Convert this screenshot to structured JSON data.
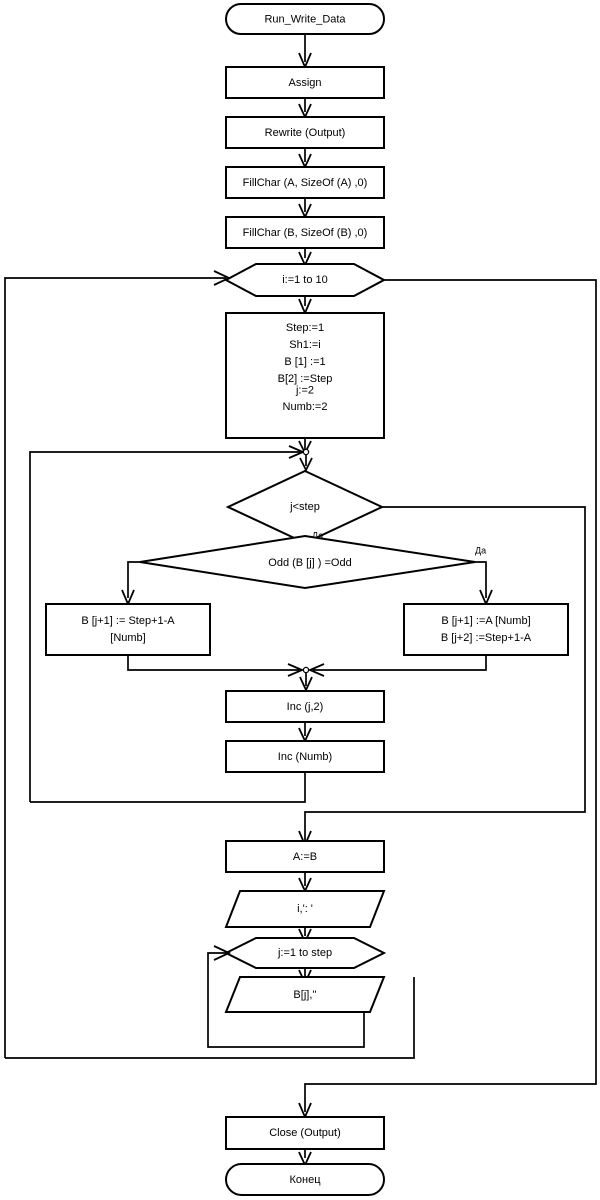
{
  "diagram": {
    "title": "Run_Write_Data flowchart",
    "colors": {
      "stroke": "#000000",
      "fill": "#ffffff",
      "text": "#000000"
    },
    "nodes": {
      "start": {
        "label": "Run_Write_Data",
        "shape": "terminator"
      },
      "assign": {
        "label": "Assign",
        "shape": "process"
      },
      "rewrite": {
        "label": "Rewrite (Output)",
        "shape": "process"
      },
      "fillchar_a": {
        "label": "FillChar (A, SizeOf (A) ,0)",
        "shape": "process"
      },
      "fillchar_b": {
        "label": "FillChar (B, SizeOf (B) ,0)",
        "shape": "process"
      },
      "loop_i": {
        "label": "i:=1 to 10",
        "shape": "loop"
      },
      "init_block": {
        "shape": "process",
        "lines": [
          "Step:=1",
          "Sh1:=i",
          "B [1] :=1",
          "B[2] :=Step",
          "j:=2",
          "Numb:=2"
        ]
      },
      "dec_jstep": {
        "label": "j<step",
        "shape": "decision"
      },
      "dec_odd": {
        "label": "Odd (B [j] ) =Odd",
        "shape": "decision"
      },
      "box_left": {
        "shape": "process",
        "lines": [
          "B [j+1] := Step+1-A",
          "[Numb]"
        ]
      },
      "box_right": {
        "shape": "process",
        "lines": [
          "B [j+1] :=A [Numb]",
          "B [j+2] :=Step+1-A"
        ]
      },
      "inc_j": {
        "label": "Inc (j,2)",
        "shape": "process"
      },
      "inc_numb": {
        "label": "Inc (Numb)",
        "shape": "process"
      },
      "a_eq_b": {
        "label": "A:=B",
        "shape": "process"
      },
      "out_i": {
        "label": "i,': '",
        "shape": "io"
      },
      "loop_j": {
        "label": "j:=1 to step",
        "shape": "loop"
      },
      "out_bj": {
        "label": "B[j],''",
        "shape": "io"
      },
      "close_output": {
        "label": "Close (Output)",
        "shape": "process"
      },
      "end": {
        "label": "Конец",
        "shape": "terminator"
      }
    },
    "edge_labels": {
      "jstep_yes": "Да",
      "odd_yes": "Да"
    }
  }
}
